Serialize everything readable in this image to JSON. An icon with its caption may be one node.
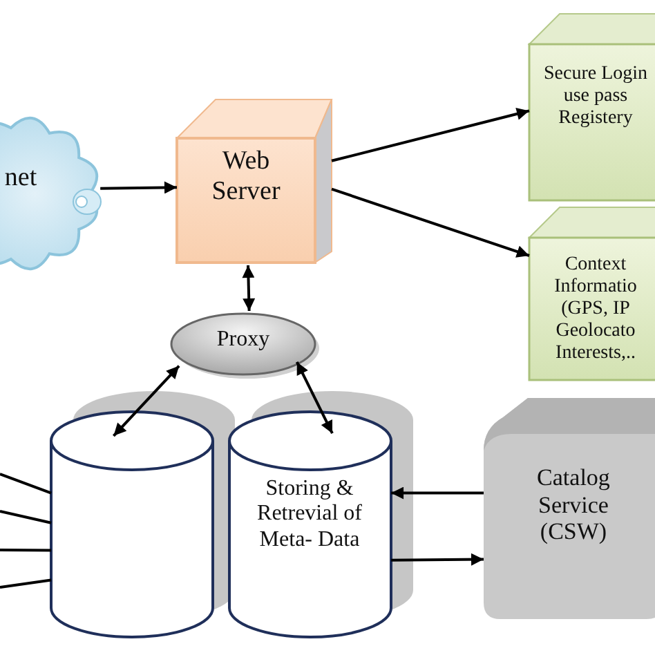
{
  "diagram": {
    "nodes": [
      {
        "text": [
          "net"
        ]
      },
      {
        "text": [
          "Web Server"
        ]
      },
      {
        "text": [
          "Secure Login use pass Registery"
        ]
      },
      {
        "text": [
          "Context Informatio (GPS, IP Geolocato Interests,.."
        ]
      },
      {
        "text": [
          "Proxy"
        ]
      },
      {
        "text": [],
        "shape": "cylinder"
      },
      {
        "text": [
          "Storing & Retrevial of Meta- Data"
        ]
      },
      {
        "text": [
          "Catalog Service (CSW)"
        ]
      }
    ],
    "edges": [
      {
        "from": 0,
        "to": 1,
        "arrow": "to"
      },
      {
        "from": 1,
        "to": 2,
        "arrow": "to"
      },
      {
        "from": 1,
        "to": 3,
        "arrow": "to"
      },
      {
        "from": 1,
        "to": 4,
        "arrow": "both"
      },
      {
        "from": 4,
        "to": 5,
        "arrow": "both"
      },
      {
        "from": 4,
        "to": 6,
        "arrow": "both"
      },
      {
        "from": 7,
        "to": 6,
        "arrow": "to"
      },
      {
        "from": 6,
        "to": 7,
        "arrow": "to"
      },
      {
        "from": null,
        "to": 5,
        "arrow": "none"
      },
      {
        "from": null,
        "to": 5,
        "arrow": "none"
      },
      {
        "from": null,
        "to": 5,
        "arrow": "none"
      },
      {
        "from": null,
        "to": 5,
        "arrow": "none"
      }
    ]
  }
}
